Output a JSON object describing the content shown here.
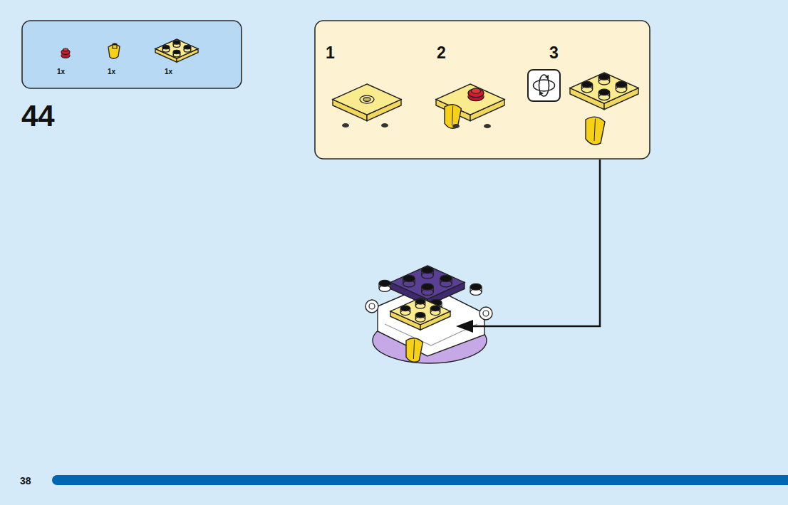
{
  "diagram": {
    "nodes": [
      {
        "text": [
          "1x",
          "1x",
          "1x"
        ]
      },
      {
        "text": [
          "1",
          "2",
          "3"
        ]
      }
    ],
    "labels": [
      "44",
      "38"
    ]
  }
}
